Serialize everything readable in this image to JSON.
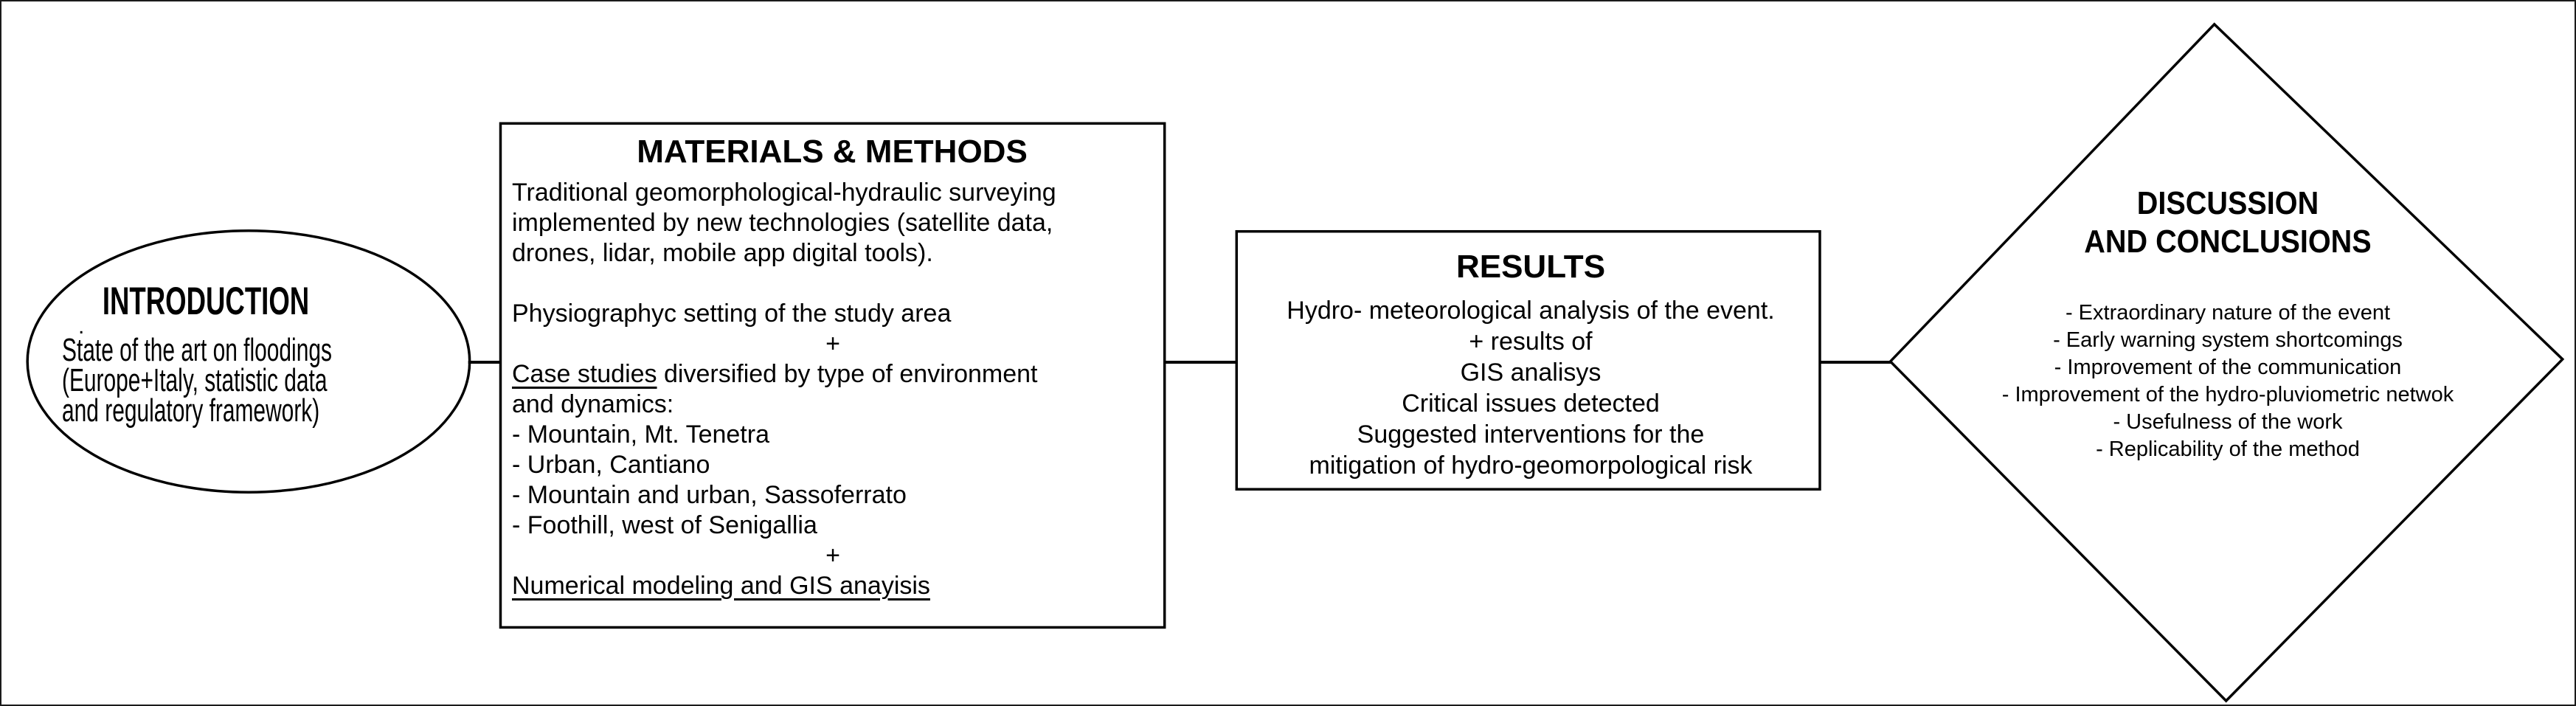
{
  "colors": {
    "ink": "#000000",
    "background": "#ffffff"
  },
  "introduction": {
    "title": "INTRODUCTION",
    "stray_mark": ".",
    "lines": [
      "State of the art on floodings",
      "(Europe+Italy, statistic data",
      "and regulatory framework)"
    ]
  },
  "materials_methods": {
    "title": "MATERIALS & METHODS",
    "para1": [
      "Traditional geomorphological-hydraulic surveying",
      "implemented by new technologies (satellite data,",
      "drones, lidar, mobile app digital tools)."
    ],
    "physiographic_line": "Physiographyc setting of the study area",
    "plus_1": "+",
    "case_studies_label": "Case studies",
    "case_studies_rest": " diversified by type of environment",
    "dynamics_line": "and dynamics:",
    "case_list": [
      "- Mountain, Mt. Tenetra",
      "- Urban, Cantiano",
      "- Mountain and urban, Sassoferrato",
      "- Foothill, west of Senigallia"
    ],
    "plus_2": "+",
    "numerical_line": "Numerical modeling and GIS anayisis"
  },
  "results": {
    "title": "RESULTS",
    "lines": [
      "Hydro- meteorological analysis of the event.",
      "+ results of",
      "GIS analisys",
      "Critical issues detected",
      "Suggested interventions for the",
      "mitigation of hydro-geomorpological risk"
    ]
  },
  "discussion": {
    "title_lines": [
      "DISCUSSION",
      "AND CONCLUSIONS"
    ],
    "points": [
      "- Extraordinary nature of the event",
      "- Early warning system shortcomings",
      "- Improvement of the communication",
      "- Improvement of the hydro-pluviometric netwok",
      "- Usefulness of the work",
      "- Replicability of the method"
    ]
  }
}
